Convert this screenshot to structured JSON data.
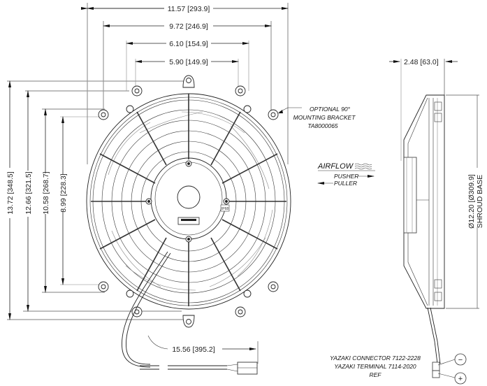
{
  "drawing": {
    "type": "fan-dimension-drawing",
    "colors": {
      "ink": "#222222",
      "extension": "#999999",
      "background": "#ffffff"
    }
  },
  "horizontal_dims": [
    {
      "label": "11.57 [293.9]"
    },
    {
      "label": "9.72 [246.9]"
    },
    {
      "label": "6.10 [154.9]"
    },
    {
      "label": "5.90 [149.9]"
    }
  ],
  "vertical_dims": [
    {
      "label": "13.72 [348.5]"
    },
    {
      "label": "12.66 [321.5]"
    },
    {
      "label": "10.58 [268.7]"
    },
    {
      "label": "8.99 [228.3]"
    }
  ],
  "side_dims": {
    "depth": "2.48 [63.0]",
    "shroud_diameter": "Ø12.20 [Ø309.9]",
    "shroud_caption": "SHROUD BASE"
  },
  "wire_dim": "15.56 [395.2]",
  "bracket_note": {
    "line1": "OPTIONAL 90°",
    "line2": "MOUNTING BRACKET",
    "line3": "TA8000065"
  },
  "airflow": {
    "title": "AIRFLOW",
    "pusher": "PUSHER",
    "puller": "PULLER"
  },
  "hub": {
    "rating": "IP68"
  },
  "connector_note": {
    "line1": "YAZAKI CONNECTOR 7122-2228",
    "line2": "YAZAKI TERMINAL 7114-2020",
    "line3": "REF"
  },
  "polarity": {
    "negative": "−",
    "positive": "+"
  }
}
